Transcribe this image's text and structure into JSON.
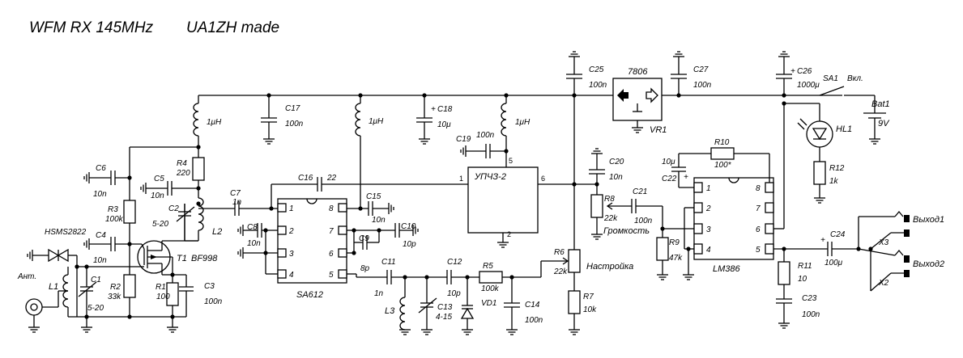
{
  "title": "WFM RX 145MHz",
  "author": "UA1ZH made",
  "ic": {
    "sa612": {
      "name": "SA612",
      "pins": [
        "1",
        "2",
        "3",
        "4",
        "5",
        "6",
        "7",
        "8"
      ]
    },
    "upch": {
      "name": "УПЧЗ-2",
      "pin1": "1",
      "pin2": "2",
      "pin5": "5",
      "pin6": "6"
    },
    "lm386": {
      "name": "LM386",
      "pins": [
        "1",
        "2",
        "3",
        "4",
        "5",
        "6",
        "7",
        "8"
      ]
    },
    "vr1": {
      "name": "VR1",
      "type": "7806"
    }
  },
  "components": {
    "c1": {
      "ref": "C1",
      "value": "5-20"
    },
    "c2": {
      "ref": "C2",
      "value": "5-20"
    },
    "c3": {
      "ref": "C3",
      "value": "100n"
    },
    "c4": {
      "ref": "C4",
      "value": "10n"
    },
    "c5": {
      "ref": "C5",
      "value": "10n"
    },
    "c6": {
      "ref": "C6",
      "value": "10n"
    },
    "c7": {
      "ref": "C7",
      "value": "1n"
    },
    "c8": {
      "ref": "C8",
      "value": "10n"
    },
    "c9": {
      "ref": "C9",
      "value": "8p"
    },
    "c10": {
      "ref": "C10",
      "value": "10p"
    },
    "c11": {
      "ref": "C11",
      "value": "1n"
    },
    "c12": {
      "ref": "C12",
      "value": "10p"
    },
    "c13": {
      "ref": "C13",
      "value": "4-15"
    },
    "c14": {
      "ref": "C14",
      "value": "100n"
    },
    "c15": {
      "ref": "C15",
      "value": "10n"
    },
    "c16": {
      "ref": "C16",
      "value": "22"
    },
    "c17": {
      "ref": "C17",
      "value": "100n"
    },
    "c18": {
      "ref": "C18",
      "value": "10μ"
    },
    "c19": {
      "ref": "C19",
      "value": "100n"
    },
    "c20": {
      "ref": "C20",
      "value": "10n"
    },
    "c21": {
      "ref": "C21",
      "value": "100n"
    },
    "c22": {
      "ref": "C22",
      "value": "10μ"
    },
    "c23": {
      "ref": "C23",
      "value": "100n"
    },
    "c24": {
      "ref": "C24",
      "value": "100μ"
    },
    "c25": {
      "ref": "C25",
      "value": "100n"
    },
    "c26": {
      "ref": "C26",
      "value": "1000μ"
    },
    "c27": {
      "ref": "C27",
      "value": "100n"
    },
    "r1": {
      "ref": "R1",
      "value": "100"
    },
    "r2": {
      "ref": "R2",
      "value": "33k"
    },
    "r3": {
      "ref": "R3",
      "value": "100k"
    },
    "r4": {
      "ref": "R4",
      "value": "220"
    },
    "r5": {
      "ref": "R5",
      "value": "100k"
    },
    "r6": {
      "ref": "R6",
      "value": "22k",
      "label": "Настройка"
    },
    "r7": {
      "ref": "R7",
      "value": "10k"
    },
    "r8": {
      "ref": "R8",
      "value": "22k",
      "label": "Громкость"
    },
    "r9": {
      "ref": "R9",
      "value": "47k"
    },
    "r10": {
      "ref": "R10",
      "value": "100*"
    },
    "r11": {
      "ref": "R11",
      "value": "10"
    },
    "r12": {
      "ref": "R12",
      "value": "1k"
    },
    "l1": {
      "ref": "L1"
    },
    "l2": {
      "ref": "L2"
    },
    "l3": {
      "ref": "L3"
    },
    "chokes": [
      "1μH",
      "1μH",
      "1μH"
    ],
    "t1": {
      "ref": "T1",
      "value": "BF998"
    },
    "vd1": {
      "ref": "VD1"
    },
    "hl1": {
      "ref": "HL1"
    },
    "diode_pair": {
      "ref": "HSMS2822"
    },
    "sa1": {
      "ref": "SA1",
      "label": "Вкл."
    },
    "bat1": {
      "ref": "Bat1",
      "value": "9V"
    },
    "antenna": {
      "label": "Aнт."
    },
    "x2": {
      "ref": "X2"
    },
    "x3": {
      "ref": "X3"
    },
    "out1": {
      "label": "Выход1"
    },
    "out2": {
      "label": "Выход2"
    },
    "polarity_plus": "+"
  }
}
